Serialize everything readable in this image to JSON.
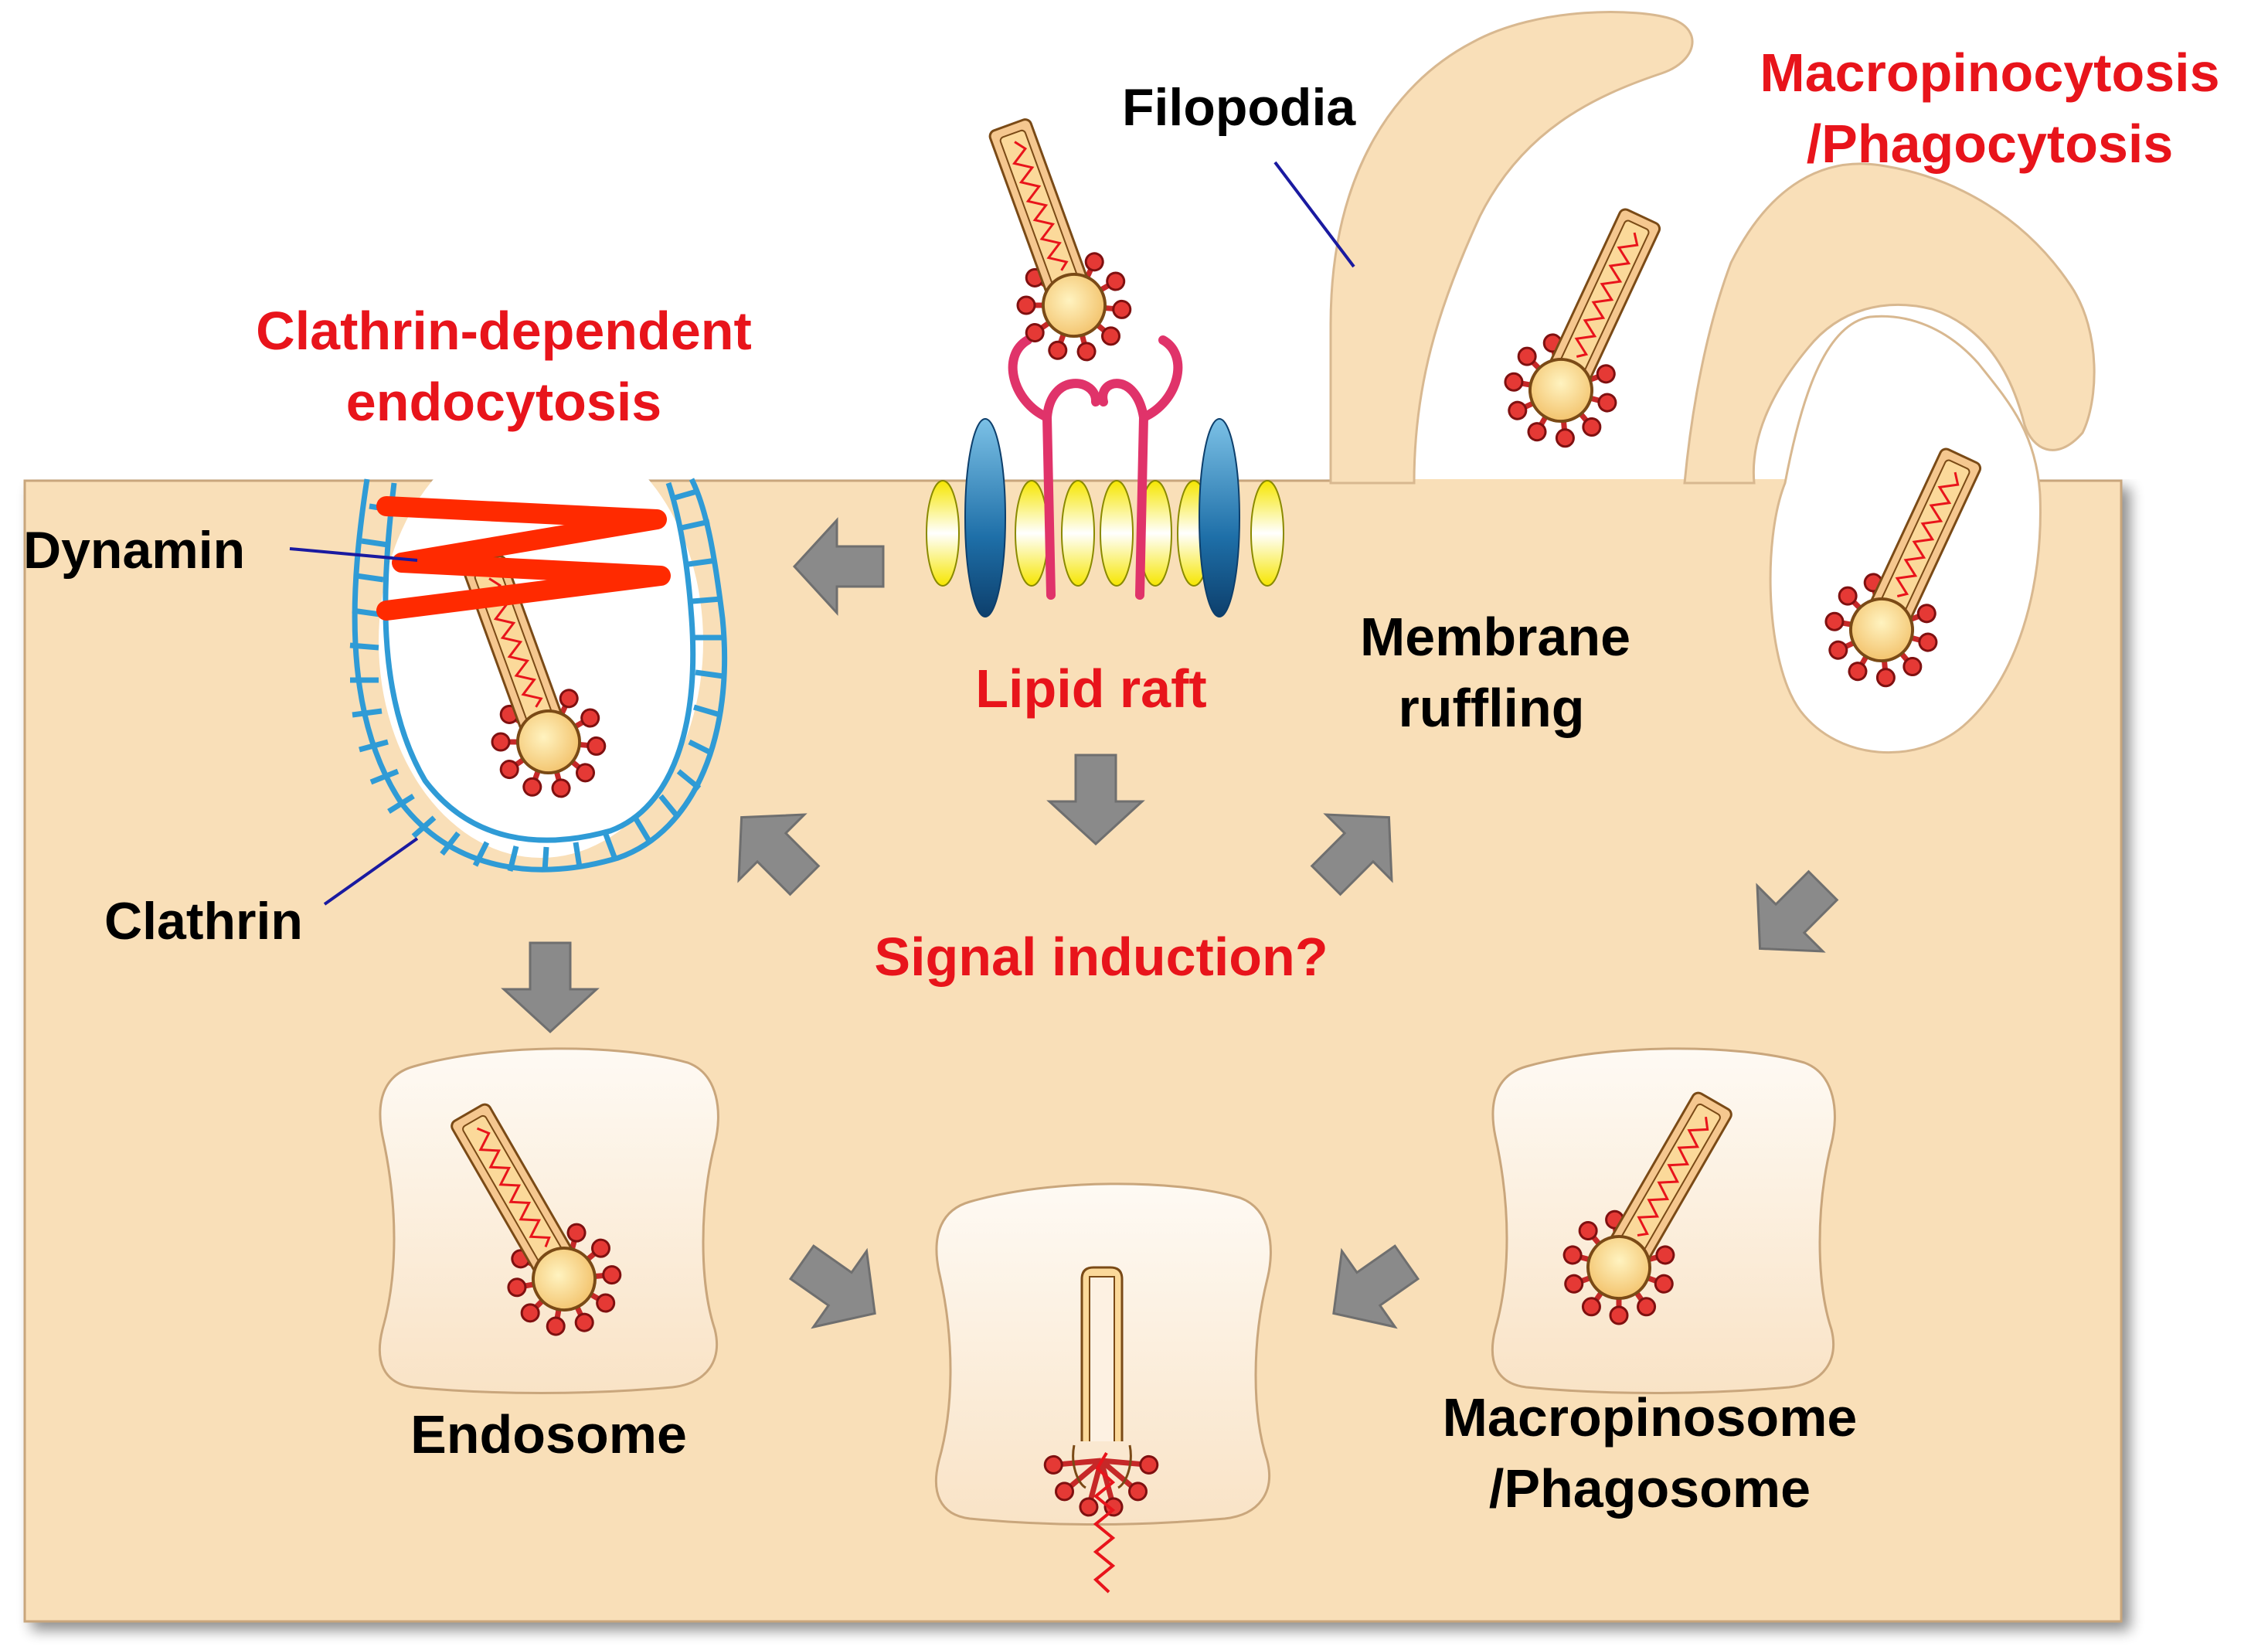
{
  "labels": {
    "filopodia": "Filopodia",
    "macro_title_1": "Macropinocytosis",
    "macro_title_2": "/Phagocytosis",
    "clathrin_title_1": "Clathrin-dependent",
    "clathrin_title_2": "endocytosis",
    "dynamin": "Dynamin",
    "clathrin": "Clathrin",
    "lipid_raft": "Lipid raft",
    "membrane_ruffling_1": "Membrane",
    "membrane_ruffling_2": "ruffling",
    "signal_induction": "Signal induction?",
    "endosome": "Endosome",
    "macropinosome_1": "Macropinosome",
    "macropinosome_2": "/Phagosome"
  },
  "colors": {
    "cytoplasm": "#f9dfb8",
    "vesicle_fill": "#fdf1e2",
    "arrow": "#8a8a8a",
    "red_label": "#e8141b",
    "clathrin": "#2f9bd6",
    "dynamin": "#ff2a00",
    "receptor": "#e0336a",
    "raft_lipid": "#f5e400",
    "raft_protein": "#1e6fa8",
    "pointer_line": "#1a1aa0",
    "virus_spike": "#c62828"
  },
  "icons": [
    "virus-particle-icon",
    "receptor-icon",
    "lipid-raft-icon",
    "clathrin-coat-icon",
    "dynamin-ring-icon",
    "process-arrow-icon"
  ]
}
